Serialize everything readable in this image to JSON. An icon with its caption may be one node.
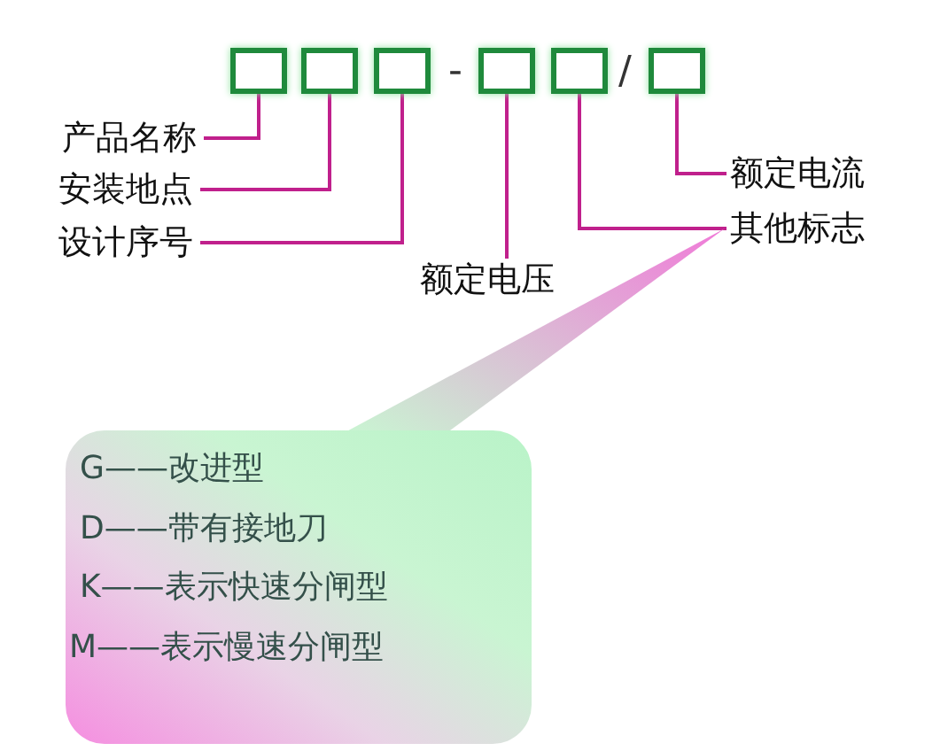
{
  "diagram": {
    "nodes": [
      {
        "text": [],
        "shape": "box"
      },
      {
        "text": [],
        "shape": "box"
      },
      {
        "text": [],
        "shape": "box"
      },
      {
        "text": [],
        "shape": "box"
      },
      {
        "text": [],
        "shape": "box"
      },
      {
        "text": [],
        "shape": "box"
      },
      {
        "text": [
          "产品名称"
        ]
      },
      {
        "text": [
          "安装地点"
        ]
      },
      {
        "text": [
          "设计序号"
        ]
      },
      {
        "text": [
          "额定电压"
        ]
      },
      {
        "text": [
          "其他标志"
        ]
      },
      {
        "text": [
          "额定电流"
        ]
      },
      {
        "text": [
          "G——改进型",
          "D——带有接地刀",
          "K——表示快速分闸型",
          "M——表示慢速分闸型"
        ]
      }
    ],
    "edges": [
      {
        "from": 6,
        "to": 0,
        "arrow": "none"
      },
      {
        "from": 7,
        "to": 1,
        "arrow": "none"
      },
      {
        "from": 8,
        "to": 2,
        "arrow": "none"
      },
      {
        "from": 9,
        "to": 3,
        "arrow": "none"
      },
      {
        "from": 10,
        "to": 4,
        "arrow": "none"
      },
      {
        "from": 11,
        "to": 5,
        "arrow": "none"
      },
      {
        "from": 12,
        "to": 10,
        "arrow": "none"
      }
    ],
    "labels": [
      "-",
      "/"
    ]
  }
}
